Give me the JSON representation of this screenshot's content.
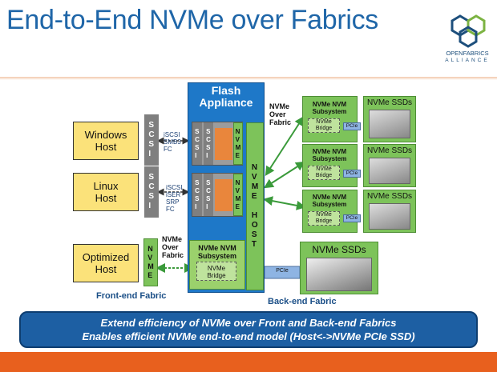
{
  "title": "End-to-End NVMe over Fabrics",
  "logo": {
    "line1": "OPENFABRICS",
    "line2": "ALLIANCE"
  },
  "hosts": [
    {
      "label": "Windows\nHost",
      "protocols": "iSCSI\nSMB3\nFC"
    },
    {
      "label": "Linux\nHost",
      "protocols": "iSCSI\niSER\nSRP\nFC"
    },
    {
      "label": "Optimized\nHost",
      "protocols": "NVMe\nOver\nFabric"
    }
  ],
  "scsi_letters": "S\nC\nS\nI",
  "nvme_letters": "N\nV\nM\nE",
  "nvme_host_letters": "N\nV\nM\nE\n\nH\nO\nS\nT",
  "flash_appliance": {
    "title": "Flash\nAppliance",
    "fabric_label": "NVMe\nOver\nFabric"
  },
  "subsystem": {
    "title": "NVMe NVM\nSubsystem",
    "bridge": "NVMe\nBridge"
  },
  "pcie_label": "PCIe",
  "ssd_title": "NVMe SSDs",
  "fabric_labels": {
    "front": "Front-end Fabric",
    "back": "Back-end Fabric"
  },
  "banner": {
    "line1": "Extend efficiency of NVMe over Front and Back-end Fabrics",
    "line2": "Enables efficient NVMe end-to-end model (Host<->NVMe PCIe SSD)"
  },
  "colors": {
    "title_blue": "#1f66a8",
    "host_yellow": "#fbe27a",
    "nvme_green": "#7dc35a",
    "flash_blue": "#1e78c8",
    "banner_blue": "#1d5fa3",
    "footer_orange": "#e8601e"
  }
}
